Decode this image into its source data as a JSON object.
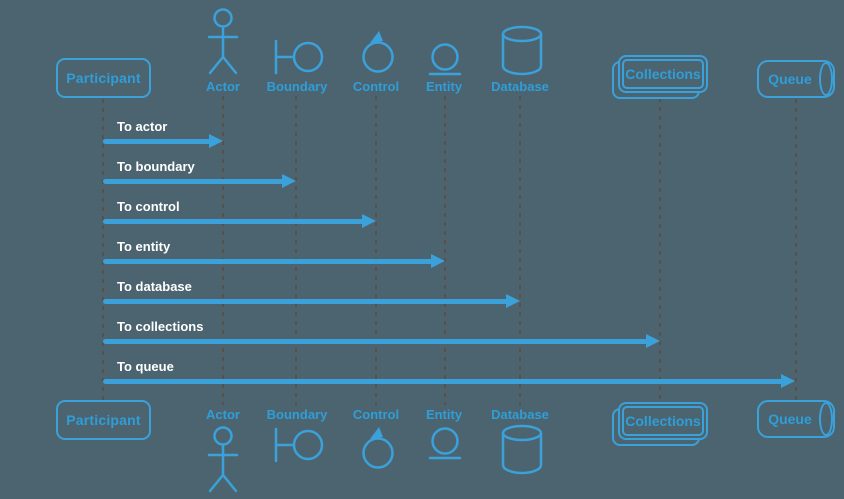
{
  "colors": {
    "background": "#4c6470",
    "accent_blue": "#3aa1da",
    "label_blue": "#2f9ed8",
    "lifeline_brown": "#5c4e49",
    "message_text": "#ffffff"
  },
  "participants": [
    {
      "label": "Participant",
      "type": "participant-box"
    },
    {
      "label": "Actor",
      "type": "actor"
    },
    {
      "label": "Boundary",
      "type": "boundary"
    },
    {
      "label": "Control",
      "type": "control"
    },
    {
      "label": "Entity",
      "type": "entity"
    },
    {
      "label": "Database",
      "type": "database"
    },
    {
      "label": "Collections",
      "type": "collections"
    },
    {
      "label": "Queue",
      "type": "queue"
    }
  ],
  "messages": [
    {
      "label": "To actor",
      "from": "Participant",
      "to": "Actor"
    },
    {
      "label": "To boundary",
      "from": "Participant",
      "to": "Boundary"
    },
    {
      "label": "To control",
      "from": "Participant",
      "to": "Control"
    },
    {
      "label": "To entity",
      "from": "Participant",
      "to": "Entity"
    },
    {
      "label": "To database",
      "from": "Participant",
      "to": "Database"
    },
    {
      "label": "To collections",
      "from": "Participant",
      "to": "Collections"
    },
    {
      "label": "To queue",
      "from": "Participant",
      "to": "Queue"
    }
  ]
}
